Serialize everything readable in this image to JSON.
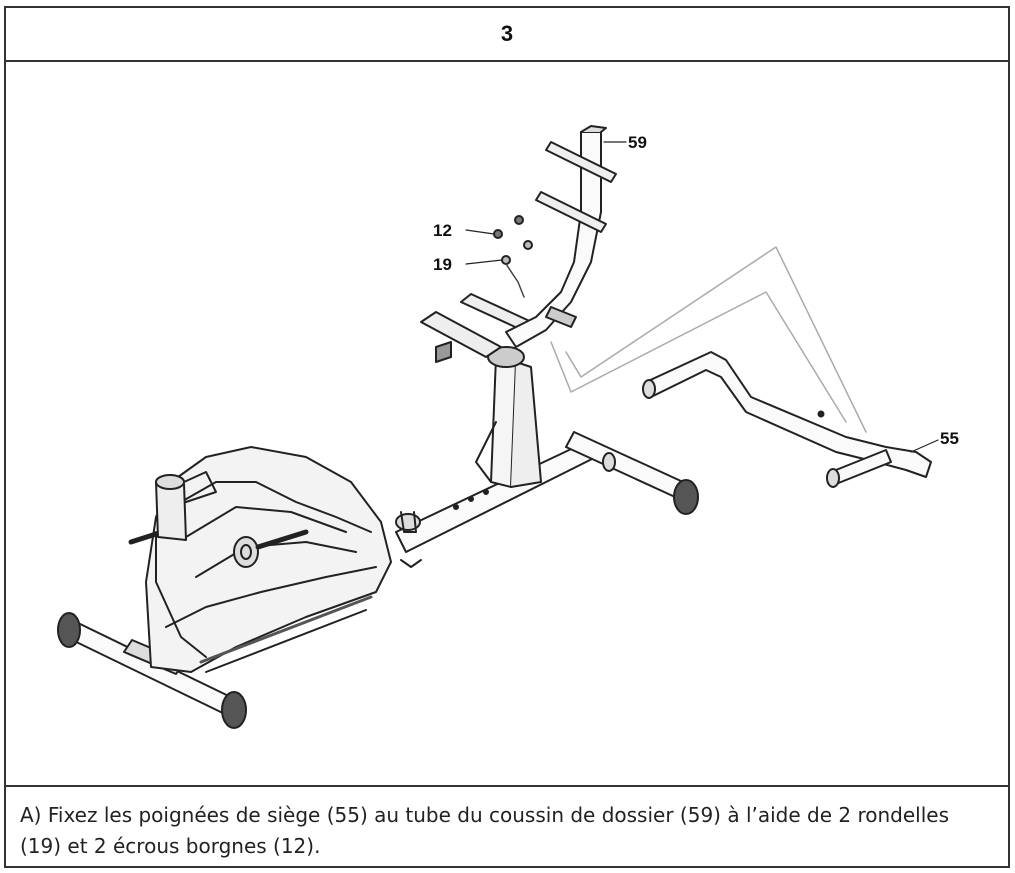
{
  "step": {
    "number": "3"
  },
  "callouts": {
    "part_59": "59",
    "part_12": "12",
    "part_19": "19",
    "part_55": "55"
  },
  "instructions": {
    "text": "A) Fixez les poignées de siège (55) au tube du coussin de dossier (59) à l’aide de 2 rondelles (19) et 2 écrous borgnes (12)."
  }
}
